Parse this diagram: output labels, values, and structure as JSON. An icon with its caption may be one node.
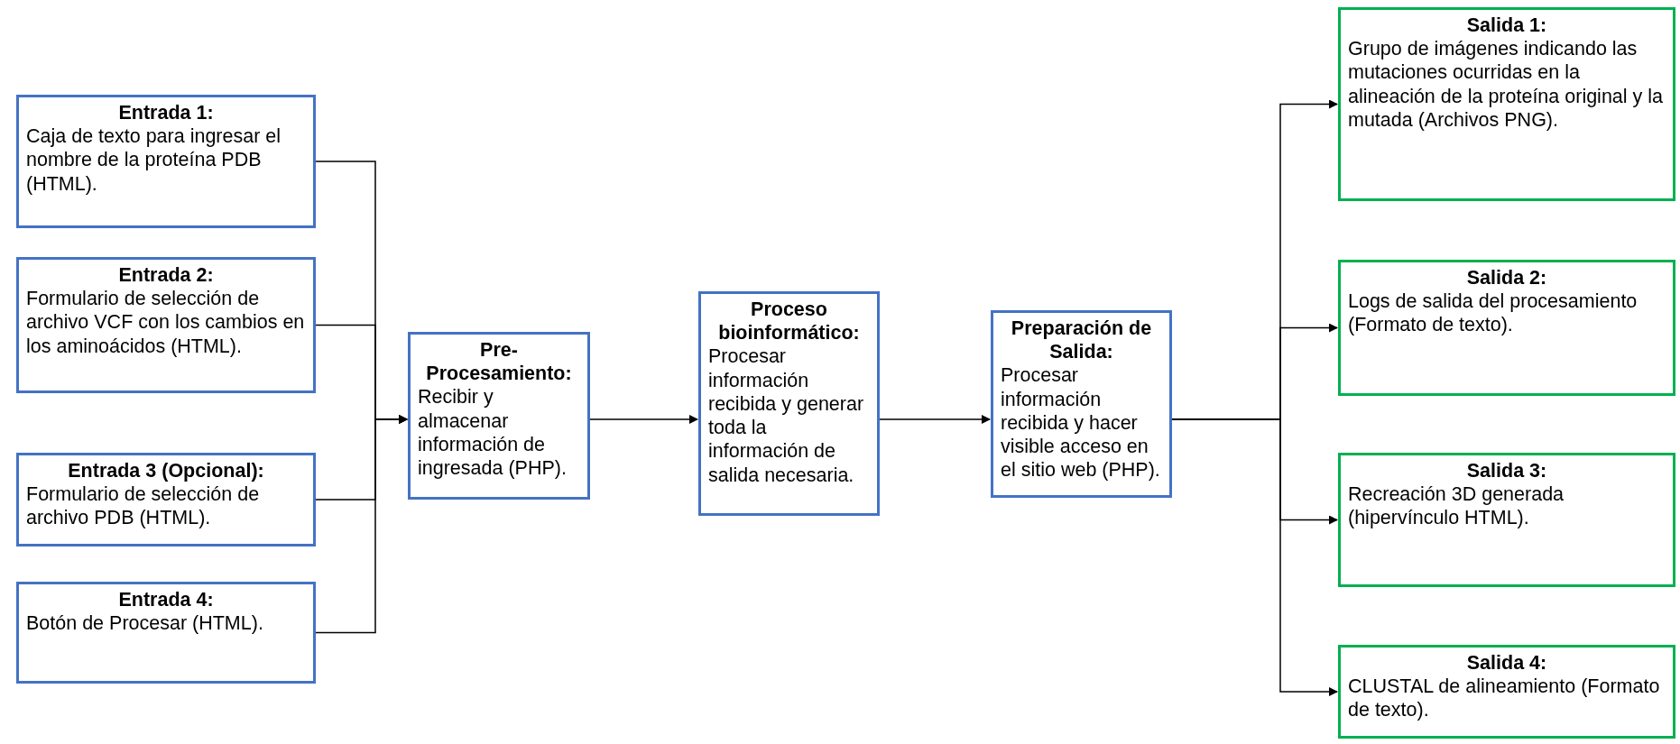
{
  "diagram": {
    "nodes": [
      {
        "text": [
          "Entrada 1:",
          "Caja de texto para ingresar el nombre de la proteína PDB (HTML)."
        ]
      },
      {
        "text": [
          "Entrada 2:",
          "Formulario de selección de archivo VCF con los cambios en los aminoácidos (HTML)."
        ]
      },
      {
        "text": [
          "Entrada 3 (Opcional):",
          "Formulario de selección de archivo PDB (HTML)."
        ]
      },
      {
        "text": [
          "Entrada 4:",
          "Botón de Procesar (HTML)."
        ]
      },
      {
        "text": [
          "Pre-Procesamiento:",
          "Recibir y almacenar información de ingresada (PHP)."
        ]
      },
      {
        "text": [
          "Proceso bioinformático:",
          "Procesar información recibida y generar toda la información de salida necesaria."
        ]
      },
      {
        "text": [
          "Preparación de Salida:",
          "Procesar información recibida y hacer visible acceso en el sitio web (PHP)."
        ]
      },
      {
        "text": [
          "Salida 1:",
          "Grupo de imágenes indicando las mutaciones ocurridas en la alineación de la proteína original y la mutada (Archivos PNG)."
        ]
      },
      {
        "text": [
          "Salida 2:",
          "Logs de salida del procesamiento (Formato de texto)."
        ]
      },
      {
        "text": [
          "Salida 3:",
          "Recreación 3D generada (hipervínculo HTML)."
        ]
      },
      {
        "text": [
          "Salida 4:",
          "CLUSTAL de alineamiento (Formato de texto)."
        ]
      }
    ],
    "edges": [
      {
        "from": 0,
        "to": 4,
        "arrow": "to"
      },
      {
        "from": 1,
        "to": 4,
        "arrow": "to"
      },
      {
        "from": 2,
        "to": 4,
        "arrow": "to"
      },
      {
        "from": 3,
        "to": 4,
        "arrow": "to"
      },
      {
        "from": 4,
        "to": 5,
        "arrow": "to"
      },
      {
        "from": 5,
        "to": 6,
        "arrow": "to"
      },
      {
        "from": 6,
        "to": 7,
        "arrow": "to"
      },
      {
        "from": 6,
        "to": 8,
        "arrow": "to"
      },
      {
        "from": 6,
        "to": 9,
        "arrow": "to"
      },
      {
        "from": 6,
        "to": 10,
        "arrow": "to"
      }
    ]
  }
}
